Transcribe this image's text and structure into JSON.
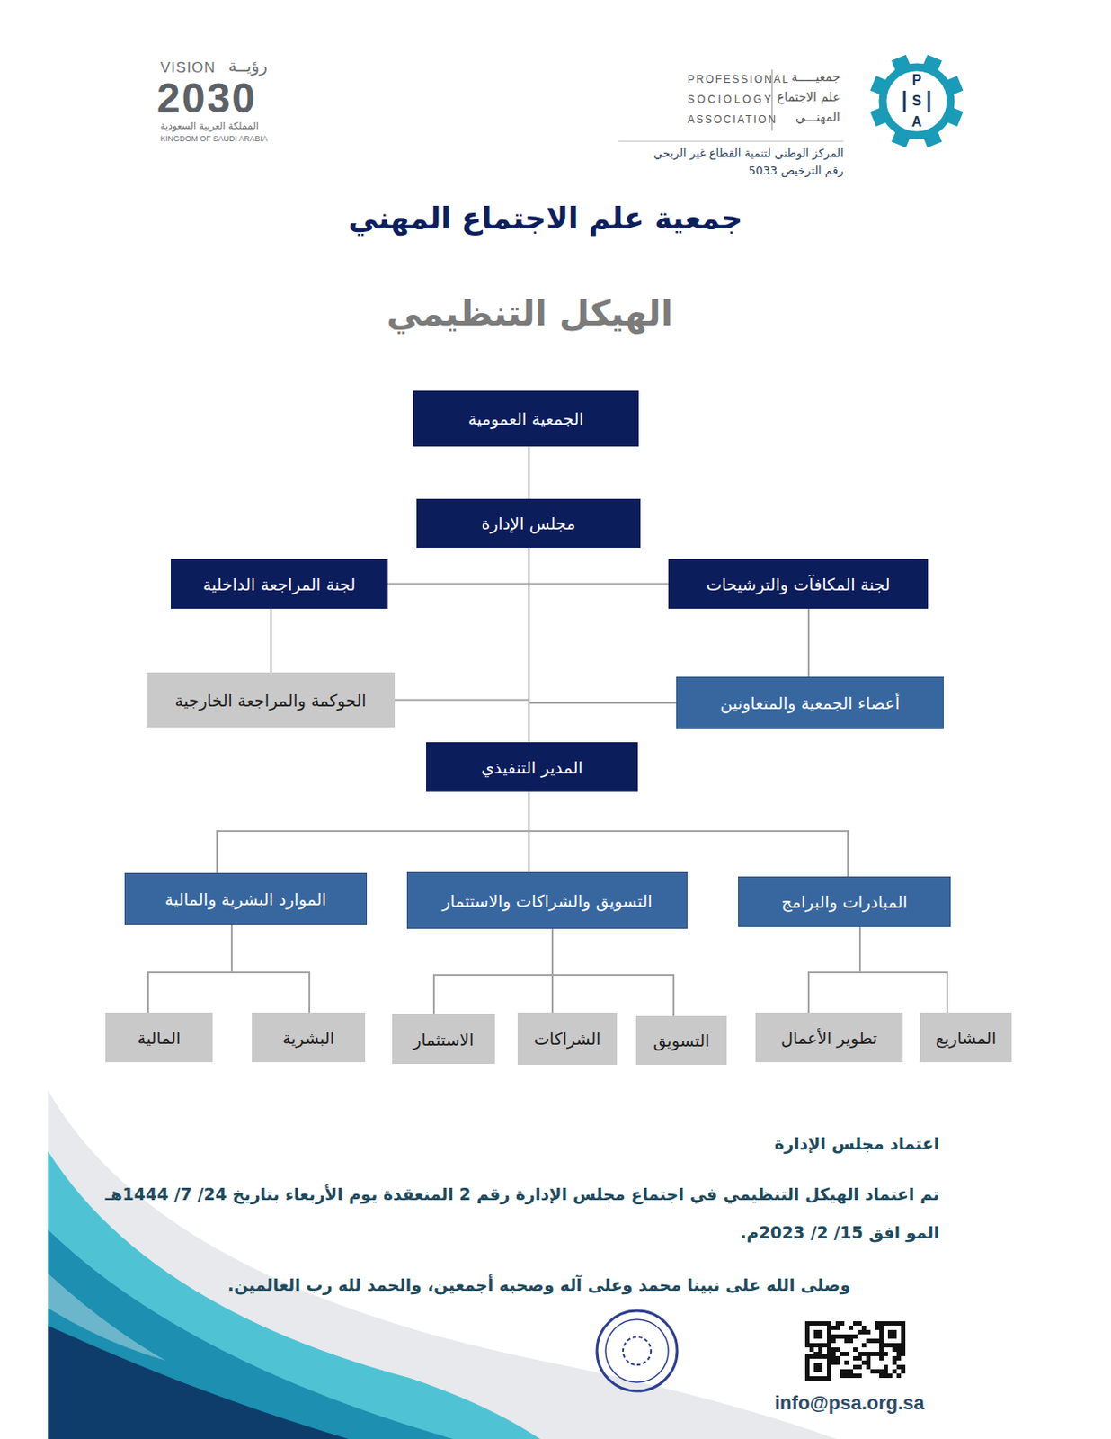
{
  "diagram": {
    "title": "جمعية علم الاجتماع المهني",
    "nodes": [
      {
        "text": [
          "الجمعية العمومية"
        ]
      },
      {
        "text": [
          "مجلس الإدارة"
        ]
      },
      {
        "text": [
          "لجنة المراجعة الداخلية"
        ]
      },
      {
        "text": [
          "لجنة المكافآت والترشيحات"
        ]
      },
      {
        "text": [
          "الحوكمة والمراجعة الخارجية"
        ]
      },
      {
        "text": [
          "أعضاء الجمعية والمتعاونين"
        ]
      },
      {
        "text": [
          "المدير التنفيذي"
        ]
      },
      {
        "text": [
          "المبادرات والبرامج"
        ]
      },
      {
        "text": [
          "التسويق والشراكات والاستثمار"
        ]
      },
      {
        "text": [
          "الموارد البشرية والمالية"
        ]
      },
      {
        "text": [
          "المشاريع"
        ]
      },
      {
        "text": [
          "تطوير الأعمال"
        ]
      },
      {
        "text": [
          "التسويق"
        ]
      },
      {
        "text": [
          "الشراكات"
        ]
      },
      {
        "text": [
          "الاستثمار"
        ]
      },
      {
        "text": [
          "البشرية"
        ]
      },
      {
        "text": [
          "المالية"
        ]
      }
    ],
    "edges": [
      {
        "from": 0,
        "to": 1,
        "arrow": "none"
      },
      {
        "from": 1,
        "to": 2,
        "arrow": "none"
      },
      {
        "from": 1,
        "to": 3,
        "arrow": "none"
      },
      {
        "from": 2,
        "to": 4,
        "arrow": "none"
      },
      {
        "from": 3,
        "to": 5,
        "arrow": "none"
      },
      {
        "from": 1,
        "to": 4,
        "arrow": "none"
      },
      {
        "from": 1,
        "to": 5,
        "arrow": "none"
      },
      {
        "from": 1,
        "to": 6,
        "arrow": "none"
      },
      {
        "from": 6,
        "to": 7,
        "arrow": "none"
      },
      {
        "from": 6,
        "to": 8,
        "arrow": "none"
      },
      {
        "from": 6,
        "to": 9,
        "arrow": "none"
      },
      {
        "from": 7,
        "to": 10,
        "arrow": "none"
      },
      {
        "from": 7,
        "to": 11,
        "arrow": "none"
      },
      {
        "from": 8,
        "to": 12,
        "arrow": "none"
      },
      {
        "from": 8,
        "to": 13,
        "arrow": "none"
      },
      {
        "from": 8,
        "to": 14,
        "arrow": "none"
      },
      {
        "from": 9,
        "to": 15,
        "arrow": "none"
      },
      {
        "from": 9,
        "to": 16,
        "arrow": "none"
      }
    ],
    "labels": [
      "VISION",
      "رؤيــة",
      "2030",
      "المملكة العربية السعودية",
      "KINGDOM OF SAUDI ARABIA",
      "PROFESSIONAL",
      "SOCIOLOGY",
      "ASSOCIATION",
      "جمعيـــــة",
      "علم الاجتماع",
      "المهنـــي",
      "P",
      "S",
      "A",
      "المركز الوطني لتنمية القطاع غير الربحي",
      "رقم الترخيص 5033",
      "الهيكل التنظيمي",
      "اعتماد مجلس الإدارة",
      "تم اعتماد الهيكل التنظيمي في اجتماع مجلس الإدارة رقم 2 المنعقدة يوم الأربعاء بتاريخ 24/ 7/ 1444هـ",
      "المو افق 15/ 2/ 2023م.",
      "وصلى الله على نبينا محمد وعلى آله وصحبه أجمعين، والحمد لله رب العالمين.",
      "info@psa.org.sa"
    ]
  }
}
